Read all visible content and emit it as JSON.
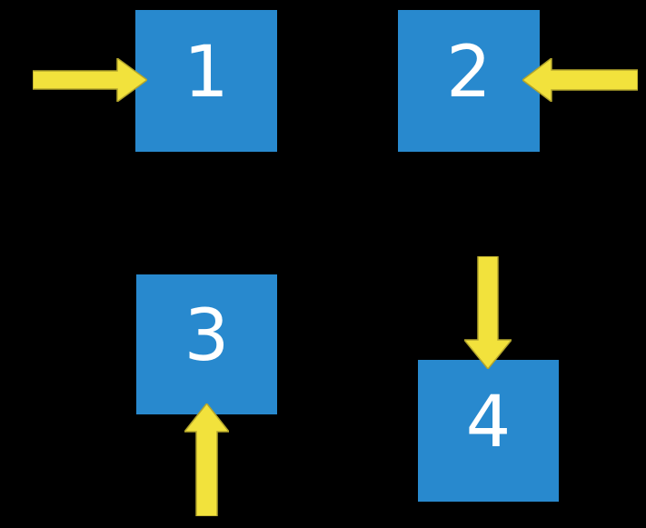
{
  "canvas": {
    "background": "#000000"
  },
  "colors": {
    "square_fill": "#2889CE",
    "arrow_fill": "#F2E23C",
    "arrow_outline": "#B3A52C",
    "label_color": "#FFFFFF"
  },
  "squares": [
    {
      "label": "1"
    },
    {
      "label": "2"
    },
    {
      "label": "3"
    },
    {
      "label": "4"
    }
  ],
  "arrows": [
    {
      "icon": "arrow-right-icon",
      "direction": "right",
      "points_at_square": "1"
    },
    {
      "icon": "arrow-left-icon",
      "direction": "left",
      "points_at_square": "2"
    },
    {
      "icon": "arrow-up-icon",
      "direction": "up",
      "points_at_square": "3"
    },
    {
      "icon": "arrow-down-icon",
      "direction": "down",
      "points_at_square": "4"
    }
  ]
}
